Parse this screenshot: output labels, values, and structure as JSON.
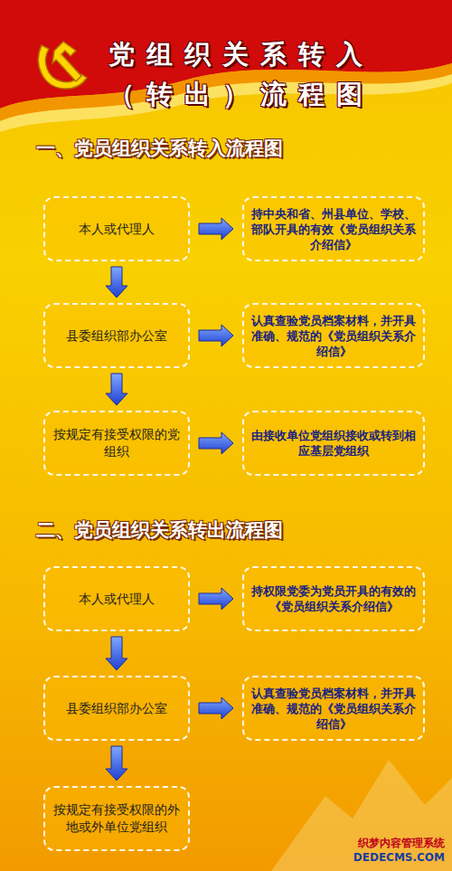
{
  "diagram": {
    "title": "党组织关系转入 （转出）流程图",
    "nodes": [
      {
        "text": [
          "本人或代理人"
        ]
      },
      {
        "text": [
          "持中央和省、州县单位、学校、部队开具的有效《党员组织关系介绍信》"
        ]
      },
      {
        "text": [
          "县委组织部办公室"
        ]
      },
      {
        "text": [
          "认真查验党员档案材料，并开具准确、规范的《党员组织关系介绍信》"
        ]
      },
      {
        "text": [
          "按规定有接受权限的党组织"
        ]
      },
      {
        "text": [
          "由接收单位党组织接收或转到相应基层党组织"
        ]
      },
      {
        "text": [
          "本人或代理人"
        ]
      },
      {
        "text": [
          "持权限党委为党员开具的有效的《党员组织关系介绍信》"
        ]
      },
      {
        "text": [
          "县委组织部办公室"
        ]
      },
      {
        "text": [
          "认真查验党员档案材料，并开具准确、规范的《党员组织关系介绍信》"
        ]
      },
      {
        "text": [
          "按规定有接受权限的外地或外单位党组织"
        ]
      }
    ],
    "edges": [
      {
        "from": 0,
        "to": 1,
        "arrow": "to"
      },
      {
        "from": 0,
        "to": 2,
        "arrow": "to"
      },
      {
        "from": 2,
        "to": 3,
        "arrow": "to"
      },
      {
        "from": 2,
        "to": 4,
        "arrow": "to"
      },
      {
        "from": 4,
        "to": 5,
        "arrow": "to"
      },
      {
        "from": 6,
        "to": 7,
        "arrow": "to"
      },
      {
        "from": 6,
        "to": 8,
        "arrow": "to"
      },
      {
        "from": 8,
        "to": 9,
        "arrow": "to"
      },
      {
        "from": 8,
        "to": 10,
        "arrow": "to"
      }
    ],
    "labels": [
      "一、党员组织关系转入流程图",
      "二、党员组织关系转出流程图",
      "织梦内容管理系统",
      "DEDECMS.COM"
    ]
  }
}
